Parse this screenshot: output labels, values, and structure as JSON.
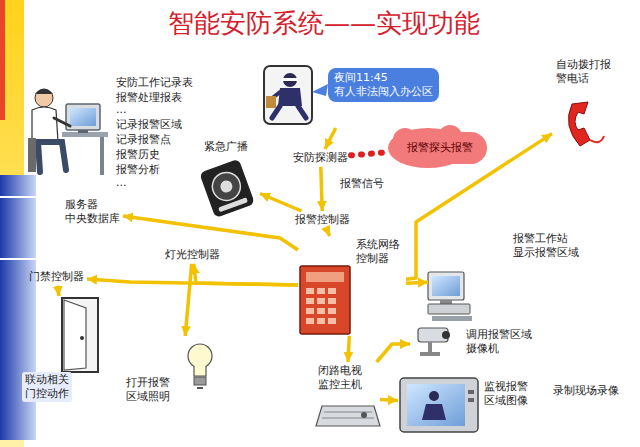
{
  "diagram": {
    "title": "智能安防系统——实现功能",
    "nodes": [
      {
        "text": [
          "夜间11:45 有人非法闯入办公区"
        ]
      },
      {
        "text": [
          "安防探测器"
        ]
      },
      {
        "text": [
          "报警探头报警"
        ]
      },
      {
        "text": [
          "紧急广播"
        ]
      },
      {
        "text": [
          "报警控制器"
        ]
      },
      {
        "text": [
          "服务器 中央数据库"
        ]
      },
      {
        "text": [
          "系统网络 控制器"
        ]
      },
      {
        "text": [
          "自动拨打报 警电话"
        ]
      },
      {
        "text": [
          "报警工作站 显示报警区域"
        ]
      },
      {
        "text": [
          "门禁控制器"
        ]
      },
      {
        "text": [
          "灯光控制器"
        ]
      },
      {
        "text": [
          "联动相关 门控动作"
        ]
      },
      {
        "text": [
          "打开报警 区域照明"
        ]
      },
      {
        "text": [
          "闭路电视 监控主机"
        ]
      },
      {
        "text": [
          "调用报警区域 摄像机"
        ]
      },
      {
        "text": [
          "监视报警 区域图像"
        ]
      }
    ],
    "edges": [
      {
        "from": 0,
        "to": 1,
        "arrow": "to"
      },
      {
        "from": 1,
        "to": 2,
        "arrow": "none"
      },
      {
        "from": 1,
        "to": 4,
        "label": "报警信号",
        "arrow": "to"
      },
      {
        "from": 4,
        "to": 3,
        "arrow": "to"
      },
      {
        "from": 4,
        "to": 6,
        "arrow": "to"
      },
      {
        "from": 6,
        "to": 5,
        "arrow": "to"
      },
      {
        "from": 6,
        "to": 7,
        "arrow": "to"
      },
      {
        "from": 6,
        "to": 8,
        "arrow": "to"
      },
      {
        "from": 6,
        "to": 9,
        "arrow": "to"
      },
      {
        "from": 6,
        "to": 10,
        "arrow": "to"
      },
      {
        "from": 9,
        "to": 11,
        "arrow": "to"
      },
      {
        "from": 10,
        "to": 12,
        "arrow": "to"
      },
      {
        "from": 6,
        "to": 13,
        "arrow": "to"
      },
      {
        "from": 13,
        "to": 14,
        "arrow": "to"
      },
      {
        "from": 13,
        "to": 15,
        "arrow": "to"
      }
    ],
    "labels": [
      "安防工作记录表",
      "报警处理报表",
      "...",
      "记录报警区域",
      "记录报警点",
      "报警历史",
      "报警分析",
      "...",
      "录制现场录像"
    ]
  }
}
